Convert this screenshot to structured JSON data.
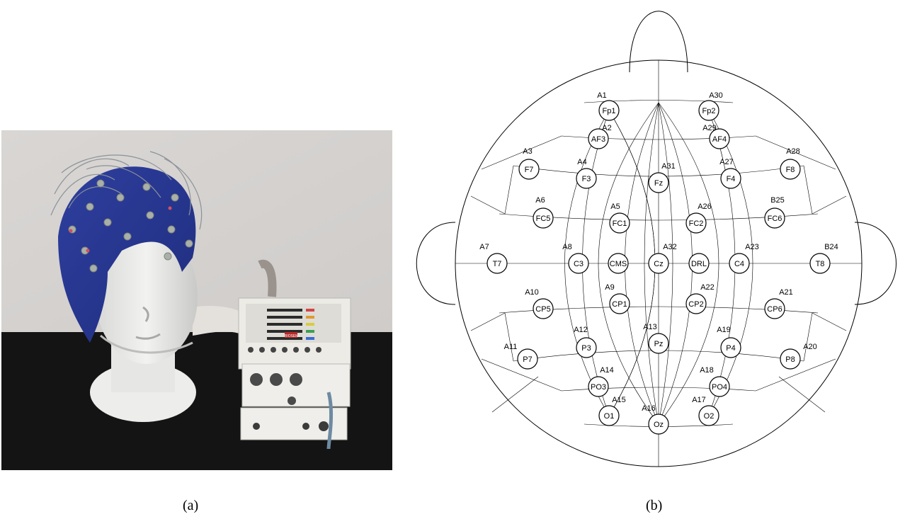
{
  "captions": {
    "a": "(a)",
    "b": "(b)"
  },
  "photo": {
    "device_label": "BIOSEMI"
  },
  "diagram": {
    "electrodes": [
      {
        "name": "Fp1",
        "label": "A1"
      },
      {
        "name": "Fp2",
        "label": "A30"
      },
      {
        "name": "AF3",
        "label": "A2"
      },
      {
        "name": "AF4",
        "label": "A29"
      },
      {
        "name": "F7",
        "label": "A3"
      },
      {
        "name": "F3",
        "label": "A4"
      },
      {
        "name": "Fz",
        "label": "A31"
      },
      {
        "name": "F4",
        "label": "A27"
      },
      {
        "name": "F8",
        "label": "A28"
      },
      {
        "name": "FC5",
        "label": "A6"
      },
      {
        "name": "FC1",
        "label": "A5"
      },
      {
        "name": "FC2",
        "label": "A26"
      },
      {
        "name": "FC6",
        "label": "B25"
      },
      {
        "name": "T7",
        "label": "A7"
      },
      {
        "name": "C3",
        "label": "A8"
      },
      {
        "name": "CMS",
        "label": ""
      },
      {
        "name": "Cz",
        "label": "A32"
      },
      {
        "name": "DRL",
        "label": ""
      },
      {
        "name": "C4",
        "label": "A23"
      },
      {
        "name": "T8",
        "label": "B24"
      },
      {
        "name": "CP5",
        "label": "A10"
      },
      {
        "name": "CP1",
        "label": "A9"
      },
      {
        "name": "CP2",
        "label": "A22"
      },
      {
        "name": "CP6",
        "label": "A21"
      },
      {
        "name": "P7",
        "label": "A11"
      },
      {
        "name": "P3",
        "label": "A12"
      },
      {
        "name": "Pz",
        "label": "A13"
      },
      {
        "name": "P4",
        "label": "A19"
      },
      {
        "name": "P8",
        "label": "A20"
      },
      {
        "name": "PO3",
        "label": "A14"
      },
      {
        "name": "PO4",
        "label": "A18"
      },
      {
        "name": "O1",
        "label": "A15"
      },
      {
        "name": "Oz",
        "label": "A16"
      },
      {
        "name": "O2",
        "label": "A17"
      }
    ]
  }
}
